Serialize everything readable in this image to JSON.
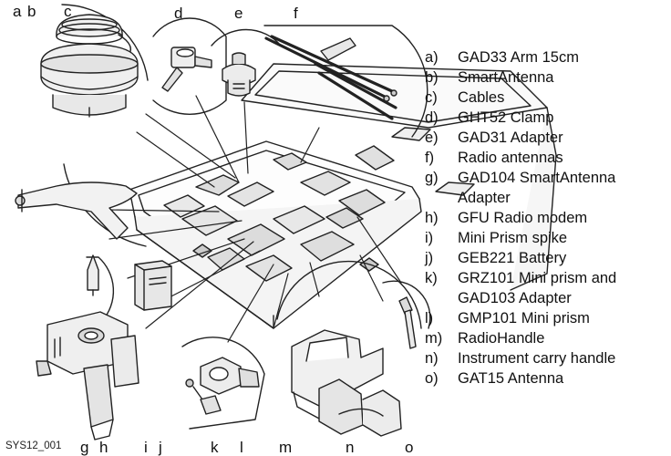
{
  "figure_id": "SYS12_001",
  "callout_letters": {
    "a": "a",
    "b": "b",
    "c": "c",
    "d": "d",
    "e": "e",
    "f": "f",
    "g": "g",
    "h": "h",
    "i": "i",
    "j": "j",
    "k": "k",
    "l": "l",
    "m": "m",
    "n": "n",
    "o": "o"
  },
  "legend": [
    {
      "key": "a)",
      "text": "GAD33 Arm 15cm"
    },
    {
      "key": "b)",
      "text": "SmartAntenna"
    },
    {
      "key": "c)",
      "text": "Cables"
    },
    {
      "key": "d)",
      "text": "GHT52 Clamp"
    },
    {
      "key": "e)",
      "text": "GAD31 Adapter"
    },
    {
      "key": "f)",
      "text": "Radio antennas"
    },
    {
      "key": "g)",
      "text": "GAD104 SmartAntenna",
      "text2": "Adapter"
    },
    {
      "key": "h)",
      "text": "GFU Radio modem"
    },
    {
      "key": "i)",
      "text": "Mini Prism spike"
    },
    {
      "key": "j)",
      "text": "GEB221 Battery"
    },
    {
      "key": "k)",
      "text": "GRZ101 Mini prism and",
      "text2": "GAD103 Adapter"
    },
    {
      "key": "l)",
      "text": "GMP101 Mini prism"
    },
    {
      "key": "m)",
      "text": "RadioHandle"
    },
    {
      "key": "n)",
      "text": "Instrument carry handle"
    },
    {
      "key": "o)",
      "text": "GAT15 Antenna"
    }
  ]
}
